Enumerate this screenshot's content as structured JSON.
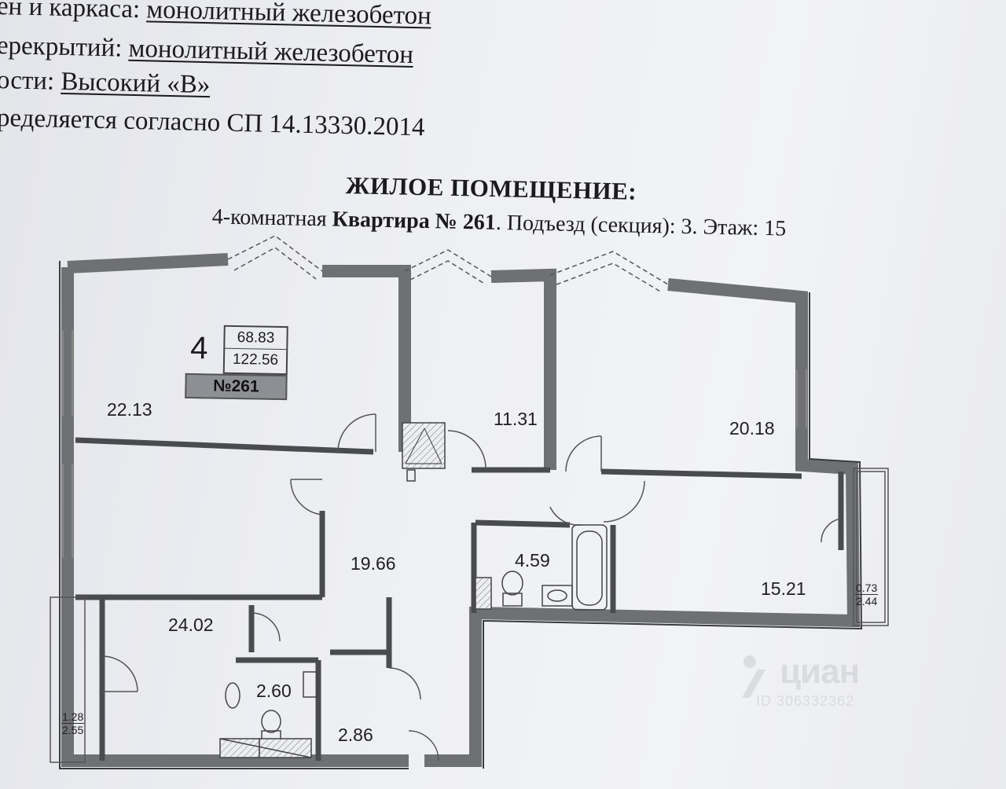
{
  "header_lines": [
    {
      "label": "ен и каркаса: ",
      "value": "монолитный железобетон"
    },
    {
      "label": "ерекрытий: ",
      "value": "монолитный железобетон"
    },
    {
      "label": "ости: ",
      "value": "Высокий «В»"
    },
    {
      "label": "ределяется согласно СП 14.13330.2014",
      "value": ""
    }
  ],
  "heading": {
    "title": "ЖИЛОЕ ПОМЕЩЕНИЕ:",
    "subtitle_pre": "4-комнатная ",
    "subtitle_bold": "Квартира № 261",
    "subtitle_post": ". Подъезд (секция): 3. Этаж: 15"
  },
  "plate": {
    "rooms": "4",
    "living_area": "68.83",
    "total_area": "122.56",
    "number": "№261"
  },
  "rooms": {
    "r1": "22.13",
    "r2": "11.31",
    "r3": "20.18",
    "r4": "19.66",
    "r5": "4.59",
    "r6": "15.21",
    "r7": "24.02",
    "r8": "2.60",
    "r9": "2.86"
  },
  "balcony_right": {
    "top": "0.73",
    "bottom": "2.44"
  },
  "balcony_left": {
    "top": "1.28",
    "bottom": "2.55"
  },
  "watermark": {
    "brand": "циан",
    "id": "ID 306332362"
  },
  "colors": {
    "wall": "#6f7074",
    "wall_edge": "#3a3b3e",
    "ink": "#1b1b1d"
  }
}
